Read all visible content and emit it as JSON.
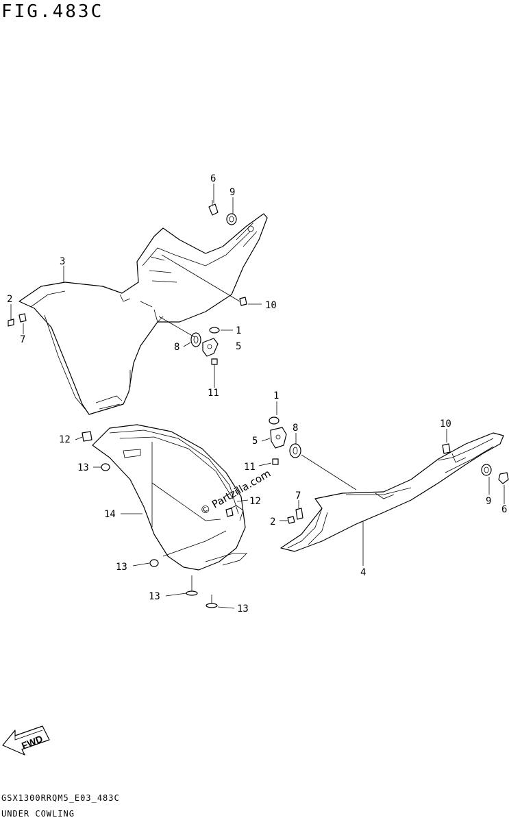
{
  "figure": {
    "title": "FIG.483C",
    "code": "GSX1300RRQM5_E03_483C",
    "name": "UNDER COWLING"
  },
  "watermark": "© Partzilla.com",
  "fwd_label": "FWD",
  "callouts": {
    "c1a": "1",
    "c1b": "1",
    "c2a": "2",
    "c2b": "2",
    "c3": "3",
    "c4": "4",
    "c5a": "5",
    "c5b": "5",
    "c6a": "6",
    "c6b": "6",
    "c7a": "7",
    "c7b": "7",
    "c8a": "8",
    "c8b": "8",
    "c9a": "9",
    "c9b": "9",
    "c10a": "10",
    "c10b": "10",
    "c11a": "11",
    "c11b": "11",
    "c12a": "12",
    "c12b": "12",
    "c13a": "13",
    "c13b": "13",
    "c13c": "13",
    "c13d": "13",
    "c14": "14"
  }
}
